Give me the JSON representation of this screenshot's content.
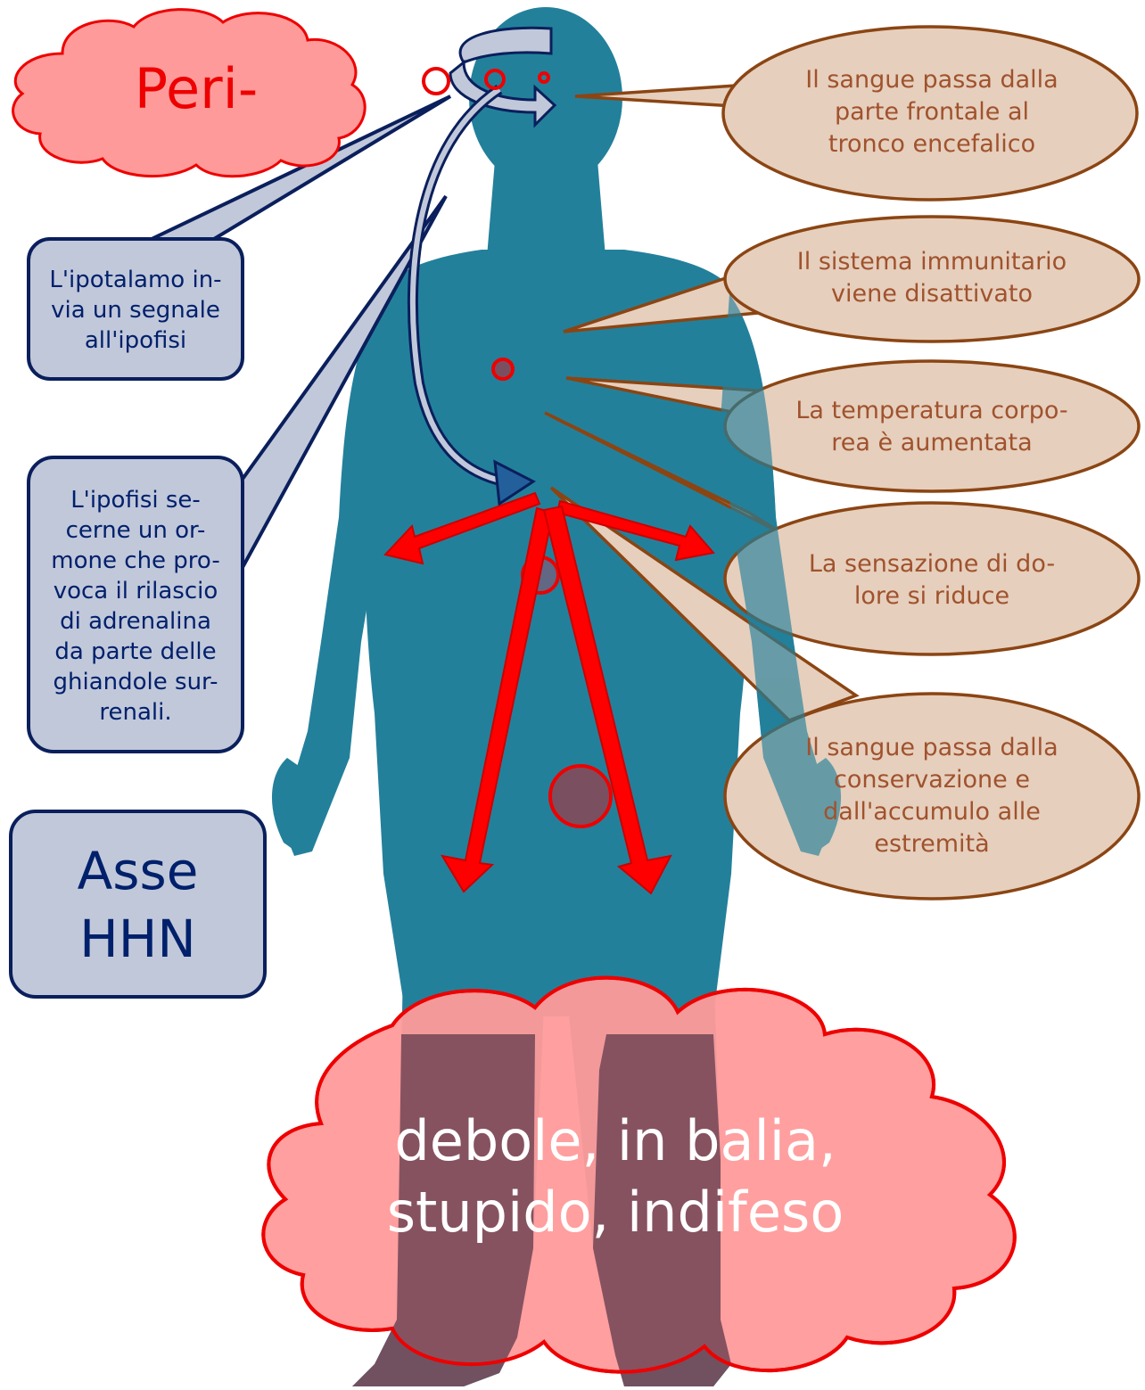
{
  "colors": {
    "silhouette": "#23809b",
    "callout_brown_fill": "#e6cfbd",
    "callout_brown_stroke": "#8b4513",
    "callout_brown_text": "#a0522d",
    "callout_blue_fill": "#c1c8da",
    "callout_blue_stroke": "#0a1f5c",
    "callout_blue_text": "#00206b",
    "cloud_fill": "#ff9a9a",
    "cloud_stroke": "#ee0000",
    "arrow_red": "#ff0000"
  },
  "cloud_top": {
    "text": "Peri-"
  },
  "cloud_bottom": {
    "text": "debole, in balia,\nstupido, indifeso"
  },
  "axis_box": {
    "text": "Asse\nHHN"
  },
  "blue_callouts": [
    {
      "text": "L'ipotalamo in-\nvia un segnale\nall'ipofisi"
    },
    {
      "text": "L'ipofisi se-\ncerne un or-\nmone che pro-\nvoca il rilascio\ndi adrenalina\nda parte delle\nghiandole sur-\nrenali."
    }
  ],
  "brown_callouts": [
    {
      "text": "Il sangue passa dalla\nparte frontale al\ntronco encefalico"
    },
    {
      "text": "Il sistema immunitario\nviene disattivato"
    },
    {
      "text": "La temperatura corpo-\nrea è aumentata"
    },
    {
      "text": "La sensazione di do-\nlore si riduce"
    },
    {
      "text": "Il sangue passa dalla\nconservazione e\ndall'accumulo alle\nestremità"
    }
  ]
}
